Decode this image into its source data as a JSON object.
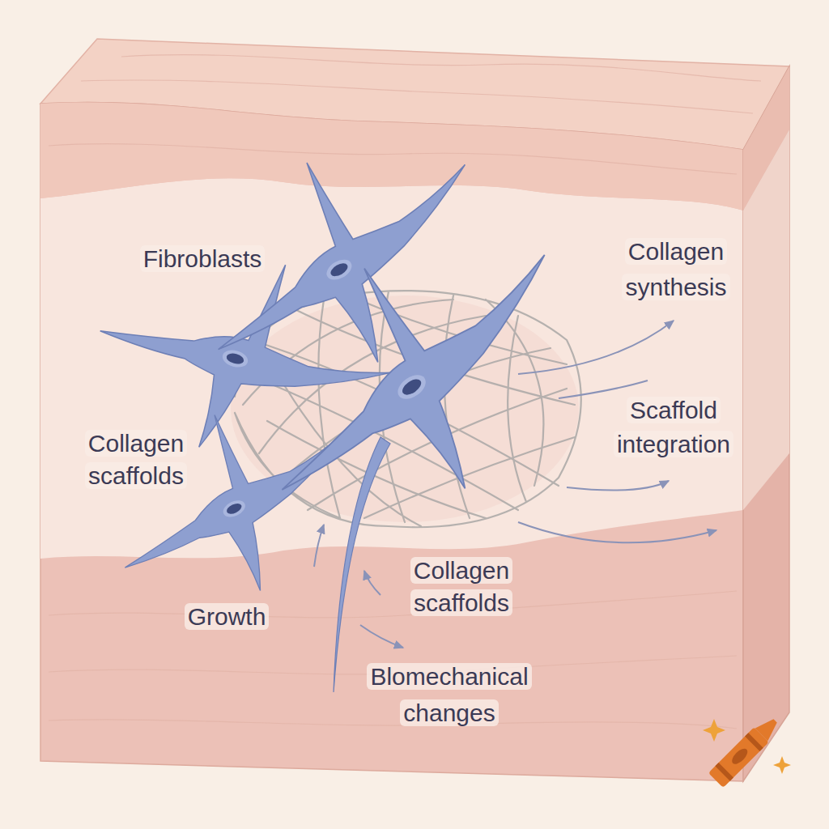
{
  "diagram": {
    "labels": [
      "Fibroblasts",
      "Collagen synthesis",
      "Collagen scaffolds",
      "Scaffold integration",
      "Growth",
      "Collagen scaffolds",
      "Blomechanical changes"
    ]
  }
}
